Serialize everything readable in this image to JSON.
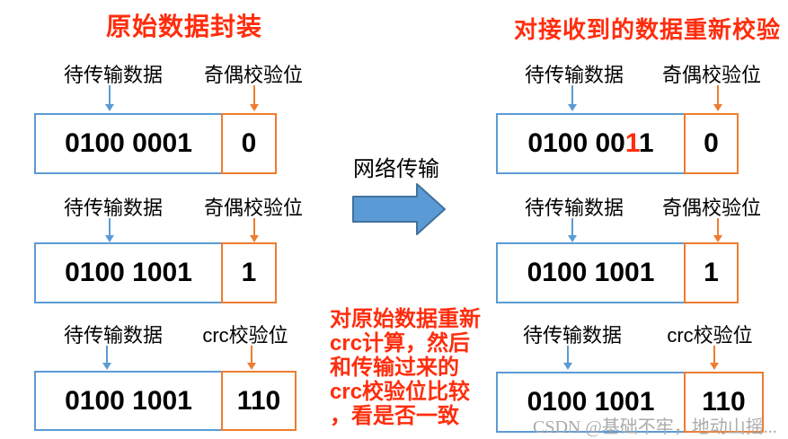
{
  "left": {
    "title": "原始数据封装",
    "rows": [
      {
        "data_label": "待传输数据",
        "check_label": "奇偶校验位",
        "data_value": "0100 0001",
        "check_value": "0"
      },
      {
        "data_label": "待传输数据",
        "check_label": "奇偶校验位",
        "data_value": "0100 1001",
        "check_value": "1"
      },
      {
        "data_label": "待传输数据",
        "check_label": "crc校验位",
        "data_value": "0100 1001",
        "check_value": "110"
      }
    ]
  },
  "middle": {
    "transmission_label": "网络传输",
    "note_lines": [
      "对原始数据重新",
      "crc计算，然后",
      "和传输过来的",
      "crc校验位比较",
      "，看是否一致"
    ]
  },
  "right": {
    "title": "对接收到的数据重新校验",
    "rows": [
      {
        "data_label": "待传输数据",
        "check_label": "奇偶校验位",
        "data_value_prefix": "0100 00",
        "error_bit": "1",
        "data_value_suffix": "1",
        "check_value": "0"
      },
      {
        "data_label": "待传输数据",
        "check_label": "奇偶校验位",
        "data_value": "0100 1001",
        "check_value": "1"
      },
      {
        "data_label": "待传输数据",
        "check_label": "crc校验位",
        "data_value": "0100 1001",
        "check_value": "110"
      }
    ]
  },
  "watermark": "CSDN @基础不牢，地动山摇...",
  "colors": {
    "accent_blue": "#5B9BD5",
    "arrow_border_blue": "#41719C",
    "accent_orange": "#ED7D31",
    "alert_red": "#FF2D0D",
    "watermark_gray": "#ABABAB"
  }
}
